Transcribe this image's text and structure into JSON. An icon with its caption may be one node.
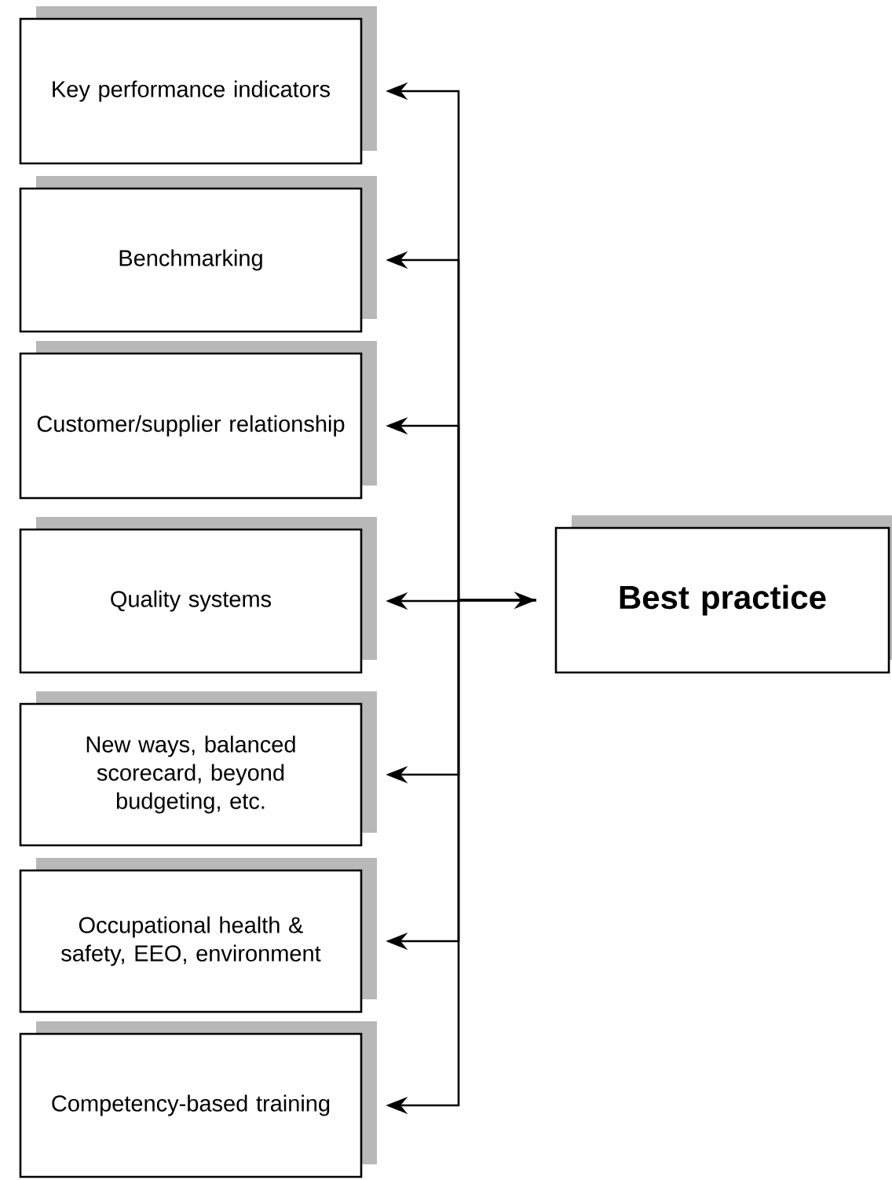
{
  "diagram": {
    "nodes": [
      {
        "text": [
          "Key performance indicators"
        ]
      },
      {
        "text": [
          "Benchmarking"
        ]
      },
      {
        "text": [
          "Customer/supplier relationship"
        ]
      },
      {
        "text": [
          "Quality systems"
        ]
      },
      {
        "text": [
          "New ways, balanced scorecard, beyond budgeting, etc."
        ]
      },
      {
        "text": [
          "Occupational health & safety, EEO, environment"
        ]
      },
      {
        "text": [
          "Competency-based training"
        ]
      },
      {
        "text": [
          "Best practice"
        ]
      }
    ],
    "edges": [
      {
        "from": 7,
        "to": 0,
        "arrow": "to"
      },
      {
        "from": 7,
        "to": 1,
        "arrow": "to"
      },
      {
        "from": 7,
        "to": 2,
        "arrow": "to"
      },
      {
        "from": 7,
        "to": 3,
        "arrow": "both"
      },
      {
        "from": 7,
        "to": 4,
        "arrow": "to"
      },
      {
        "from": 7,
        "to": 5,
        "arrow": "to"
      },
      {
        "from": 7,
        "to": 6,
        "arrow": "to"
      }
    ]
  }
}
